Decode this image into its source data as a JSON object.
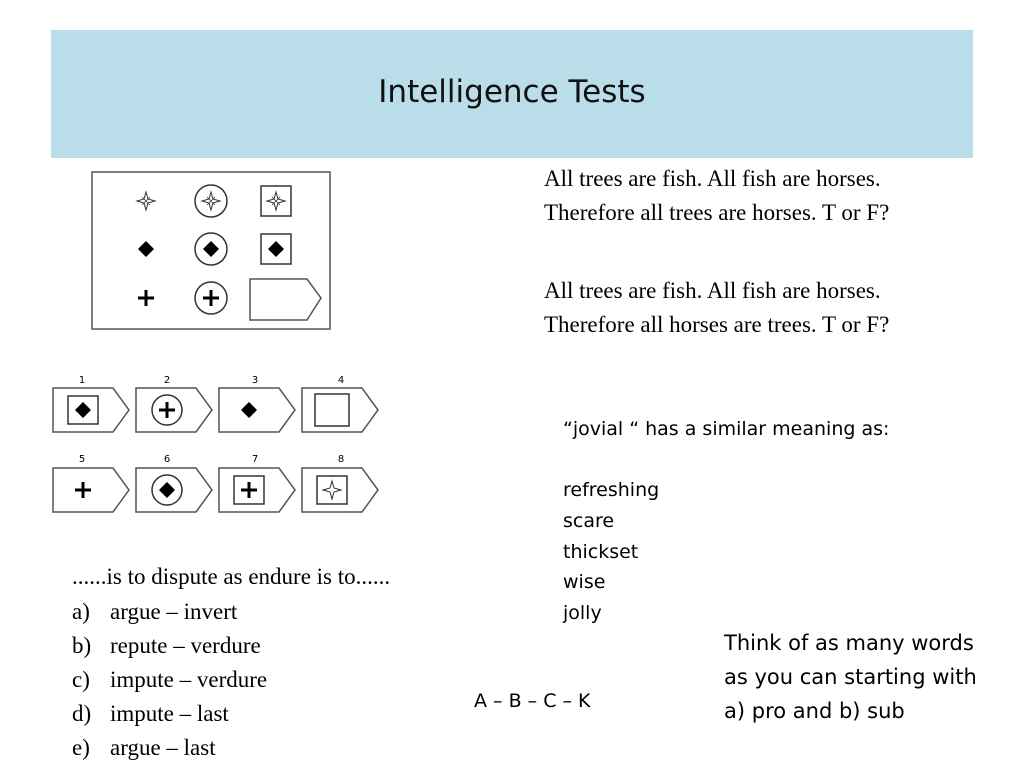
{
  "slide": {
    "title": "Intelligence Tests"
  },
  "syllogisms": [
    {
      "line1": "All trees are fish. All fish are horses.",
      "line2": "Therefore all trees are horses. T or F?"
    },
    {
      "line1": "All trees are fish. All fish are horses.",
      "line2": "Therefore all horses are trees. T or F?"
    }
  ],
  "synonym_question": {
    "prompt": "“jovial “ has a similar meaning as:",
    "options": [
      "refreshing",
      "scare",
      "thickset",
      "wise",
      "jolly"
    ]
  },
  "analogy_question": {
    "prompt": "......is to dispute as endure is to......",
    "options": [
      {
        "letter": "a)",
        "text": "argue – invert"
      },
      {
        "letter": "b)",
        "text": "repute – verdure"
      },
      {
        "letter": "c)",
        "text": "impute – verdure"
      },
      {
        "letter": "d)",
        "text": "impute – last"
      },
      {
        "letter": "e)",
        "text": "argue – last"
      }
    ]
  },
  "letter_series": "A – B – C – K",
  "word_task": "Think of as many words as you can starting with a) pro and b) sub",
  "pattern_puzzle": {
    "answer_numbers": [
      "1",
      "2",
      "3",
      "4",
      "5",
      "6",
      "7",
      "8"
    ]
  }
}
